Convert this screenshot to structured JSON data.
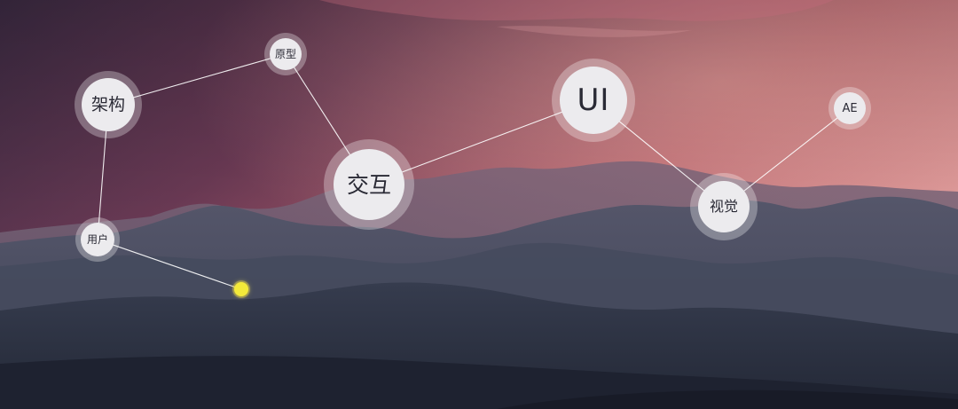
{
  "colors": {
    "sky_top": "#3c2a40",
    "sky_mid": "#a2566a",
    "sky_glow": "#d78d94",
    "mountain_far": "#6f6174",
    "mountain_mid": "#4d4a5e",
    "mountain_near": "#2c3140",
    "node_fill": "#ecebee",
    "link_line": "#ffffff",
    "cursor_dot": "#f3ea3a"
  },
  "nodes": {
    "jiagou": "架构",
    "yuanxing": "原型",
    "jiaohu": "交互",
    "ui": "UI",
    "ae": "AE",
    "shijue": "视觉",
    "yonghu": "用户"
  }
}
